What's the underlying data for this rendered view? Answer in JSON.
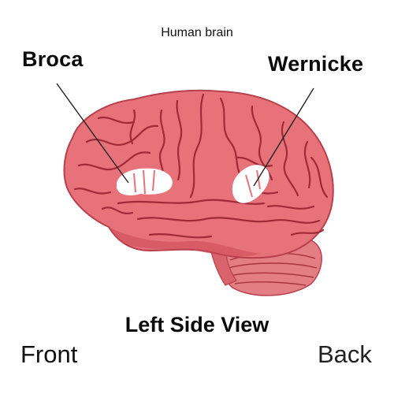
{
  "title": "Human brain",
  "labels": {
    "broca": "Broca",
    "wernicke": "Wernicke"
  },
  "view": "Left Side View",
  "orientation": {
    "front": "Front",
    "back": "Back"
  },
  "colors": {
    "brain_fill": "#e8727a",
    "brain_shadow": "#c94a56",
    "sulci": "#9e2b38",
    "cerebellum": "#e27e84",
    "highlight": "#ffffff",
    "leader_line": "#222222"
  }
}
